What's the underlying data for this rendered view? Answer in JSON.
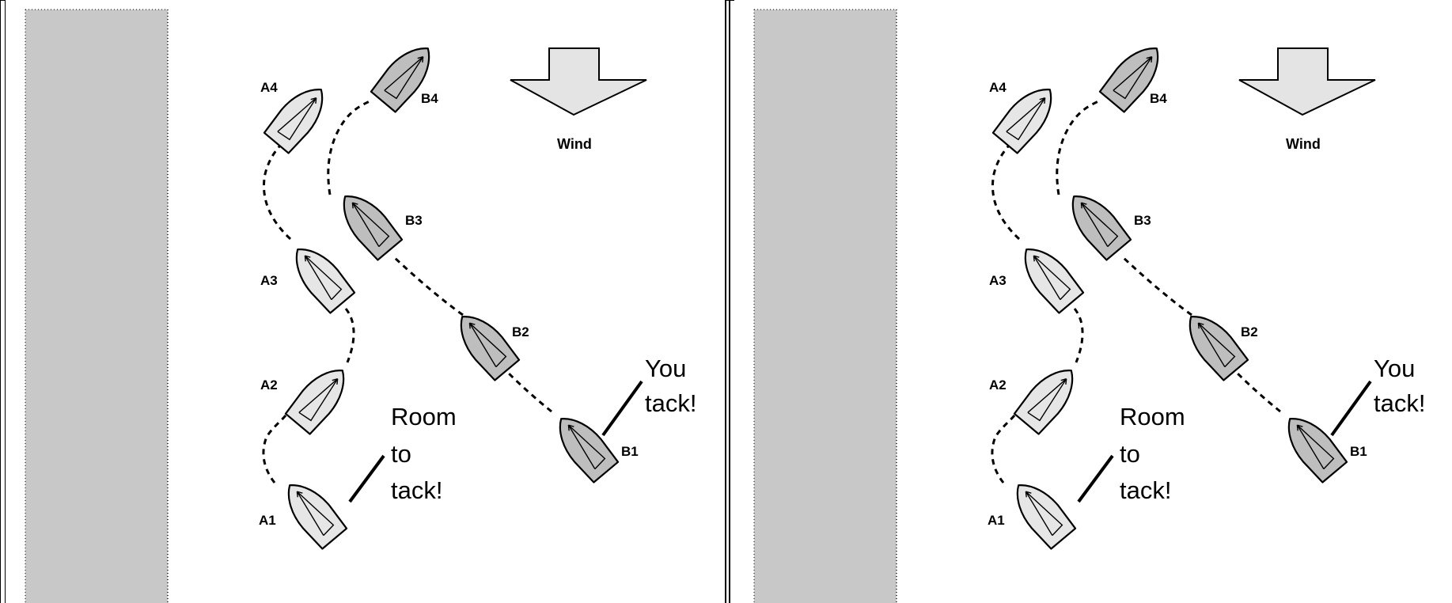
{
  "panels": [
    {
      "id": "left",
      "wind_label": "Wind",
      "boats": {
        "A1": "A1",
        "A2": "A2",
        "A3": "A3",
        "A4": "A4",
        "B1": "B1",
        "B2": "B2",
        "B3": "B3",
        "B4": "B4"
      },
      "callouts": {
        "room": [
          "Room",
          "to",
          "tack!"
        ],
        "you": [
          "You",
          "tack!"
        ]
      }
    },
    {
      "id": "right",
      "wind_label": "Wind",
      "boats": {
        "A1": "A1",
        "A2": "A2",
        "A3": "A3",
        "A4": "A4",
        "B1": "B1",
        "B2": "B2",
        "B3": "B3",
        "B4": "B4"
      },
      "callouts": {
        "room": [
          "Room",
          "to",
          "tack!"
        ],
        "you": [
          "You",
          "tack!"
        ]
      }
    }
  ],
  "colors": {
    "shore": "#c8c8c8",
    "boat_a": "#e6e6e6",
    "boat_b": "#bebebe",
    "wind_arrow": "#e4e4e4",
    "outline": "#000000"
  }
}
